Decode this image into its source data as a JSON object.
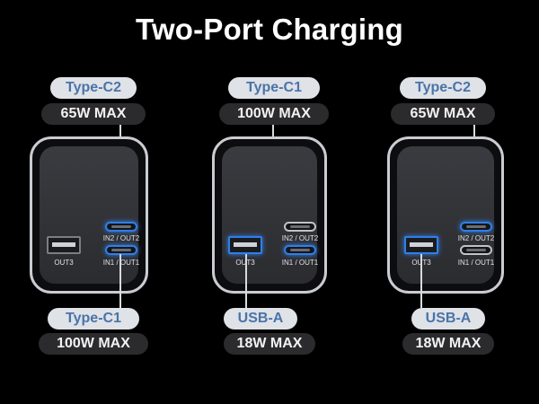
{
  "title": "Two-Port Charging",
  "port_labels": {
    "out3": "OUT3",
    "in2_out2": "IN2 / OUT2",
    "in1_out1": "IN1 / OUT1"
  },
  "scenarios": [
    {
      "top": {
        "port": "Type-C2",
        "power": "65W MAX"
      },
      "bottom": {
        "port": "Type-C1",
        "power": "100W MAX"
      },
      "active_ports": [
        "IN2 / OUT2",
        "IN1 / OUT1"
      ]
    },
    {
      "top": {
        "port": "Type-C1",
        "power": "100W MAX"
      },
      "bottom": {
        "port": "USB-A",
        "power": "18W MAX"
      },
      "active_ports": [
        "IN1 / OUT1",
        "OUT3"
      ]
    },
    {
      "top": {
        "port": "Type-C2",
        "power": "65W MAX"
      },
      "bottom": {
        "port": "USB-A",
        "power": "18W MAX"
      },
      "active_ports": [
        "IN2 / OUT2",
        "OUT3"
      ]
    }
  ],
  "colors": {
    "active_port": "#2f7fe8",
    "port_pill_text": "#4a74a8",
    "port_pill_bg": "#dfe2e7",
    "power_pill_bg": "#2b2b2d"
  }
}
